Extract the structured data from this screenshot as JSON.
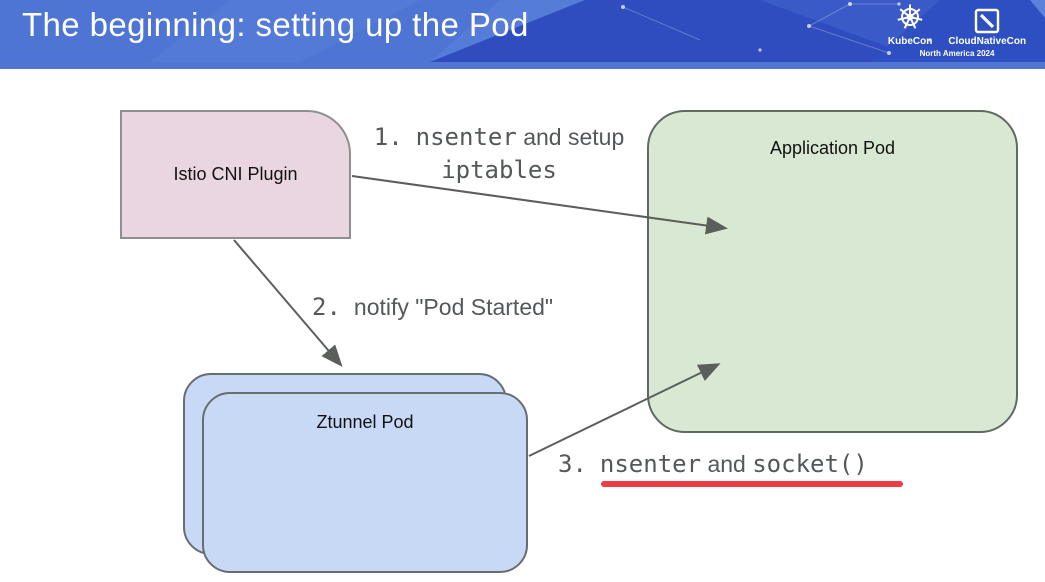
{
  "header": {
    "title": "The beginning: setting up the Pod",
    "logos": {
      "kubecon": "KubeCon",
      "cloudnativecon": "CloudNativeCon",
      "event": "North America 2024"
    }
  },
  "diagram": {
    "boxes": {
      "istio": {
        "label": "Istio CNI Plugin"
      },
      "app": {
        "label": "Application Pod"
      },
      "ztunnel": {
        "label": "Ztunnel Pod"
      }
    },
    "steps": [
      {
        "number": "1.",
        "code_a": "nsenter",
        "plain_a": "and setup",
        "code_b": "iptables"
      },
      {
        "number": "2.",
        "plain_a": "notify \"Pod Started\""
      },
      {
        "number": "3.",
        "code_a": "nsenter",
        "plain_a": "and",
        "code_b": "socket()"
      }
    ],
    "colors": {
      "header_blue": "#3a5cc7",
      "header_strip": "#5176d2",
      "istio_fill": "#ead6e1",
      "app_fill": "#d9e8d3",
      "ztunnel_fill": "#c8d9f6",
      "arrow": "#5b5f5b",
      "step_text": "#54585a",
      "underline_red": "#ee3b46"
    }
  }
}
